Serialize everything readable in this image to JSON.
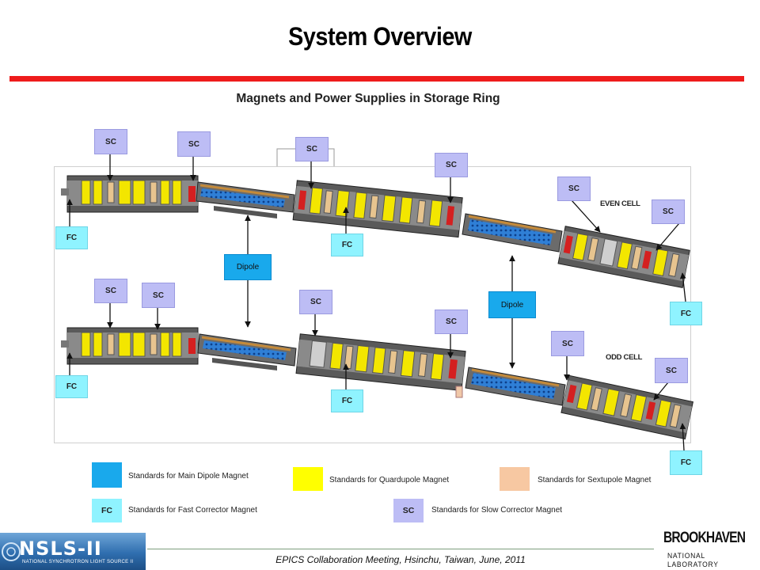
{
  "slide": {
    "title": "System Overview",
    "subtitle": "Magnets and Power Supplies in Storage Ring",
    "accent_color": "#ee1c1c"
  },
  "diagram": {
    "even_cell_label": "EVEN CELL",
    "odd_cell_label": "ODD CELL",
    "callouts": {
      "sc": "SC",
      "fc": "FC",
      "dipole": "Dipole"
    },
    "colors": {
      "sc": "#bdbdf5",
      "fc": "#8ff3ff",
      "dipole": "#19a9ec",
      "quadrupole": "#ffff00",
      "sextupole": "#f7c8a2"
    }
  },
  "legend": {
    "dipole_text": "Standards for Main Dipole Magnet",
    "quad_text": "Standards for Quardupole Magnet",
    "sext_text": "Standards for Sextupole Magnet",
    "fc_text": "Standards for Fast Corrector Magnet",
    "sc_text": "Standards for Slow Corrector Magnet",
    "fc_tag": "FC",
    "sc_tag": "SC"
  },
  "footer": {
    "text": "EPICS Collaboration Meeting, Hsinchu, Taiwan, June, 2011",
    "nsls_logo": "NSLS-II",
    "nsls_sub": "NATIONAL SYNCHROTRON LIGHT SOURCE II",
    "bnl_logo": "BROOKHAVEN",
    "bnl_sub": "NATIONAL LABORATORY"
  }
}
